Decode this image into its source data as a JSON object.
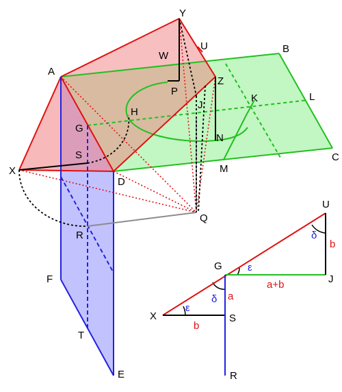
{
  "points": {
    "A": "A",
    "B": "B",
    "C": "C",
    "D": "D",
    "E": "E",
    "F": "F",
    "G": "G",
    "H": "H",
    "J": "J",
    "K": "K",
    "L": "L",
    "M": "M",
    "N": "N",
    "P": "P",
    "Q": "Q",
    "R": "R",
    "S": "S",
    "T": "T",
    "U": "U",
    "W": "W",
    "X": "X",
    "Y": "Y",
    "Z": "Z"
  },
  "small_triangle": {
    "U": "U",
    "G": "G",
    "J": "J",
    "X": "X",
    "S": "S",
    "R": "R",
    "side_b_vertical": "b",
    "side_a_plus_b": "a+b",
    "side_a": "a",
    "side_b_bottom": "b",
    "angle_epsilon_top": "ε",
    "angle_epsilon_bottom": "ε",
    "angle_delta_top": "δ",
    "angle_delta_bottom": "δ"
  },
  "colors": {
    "red_plane": "#f08080",
    "green_plane": "#90ee90",
    "blue_plane": "#9999ff",
    "red_line": "#e01010",
    "green_line": "#20c020",
    "blue_line": "#2020e0",
    "gray_line": "#8c8c8c"
  }
}
